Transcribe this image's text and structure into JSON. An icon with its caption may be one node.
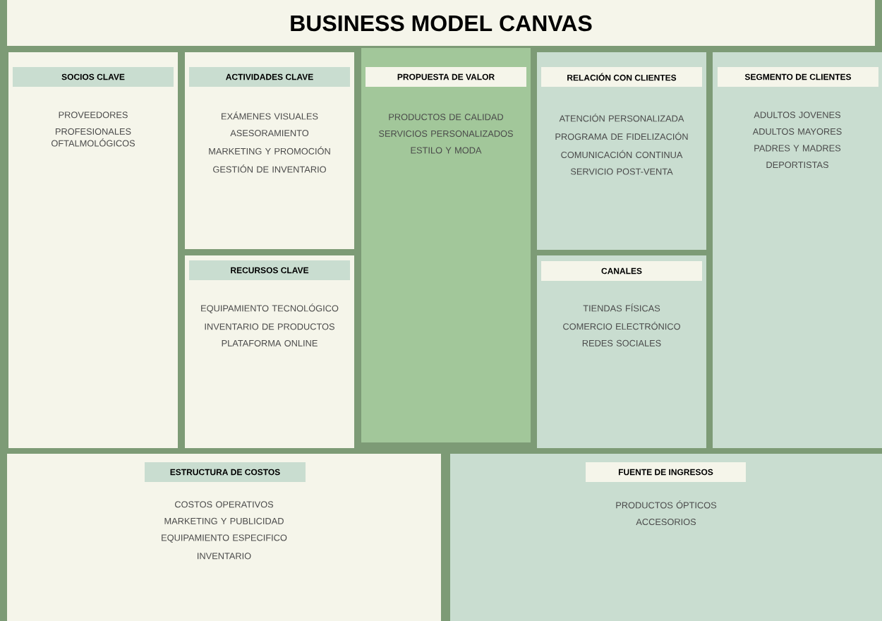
{
  "diagram": {
    "title": "BUSINESS MODEL CANVAS",
    "nodes": [
      {
        "text": [
          "SOCIOS CLAVE",
          "PROVEEDORES",
          "PROFESIONALES OFTALMOLÓGICOS"
        ]
      },
      {
        "text": [
          "ACTIVIDADES CLAVE",
          "EXÁMENES VISUALES",
          "ASESORAMIENTO",
          "MARKETING Y PROMOCIÓN",
          "GESTIÓN DE INVENTARIO"
        ]
      },
      {
        "text": [
          "RECURSOS CLAVE",
          "EQUIPAMIENTO TECNOLÓGICO",
          "INVENTARIO DE PRODUCTOS",
          "PLATAFORMA ONLINE"
        ]
      },
      {
        "text": [
          "PROPUESTA DE VALOR",
          "PRODUCTOS DE CALIDAD",
          "SERVICIOS PERSONALIZADOS",
          "ESTILO Y MODA"
        ]
      },
      {
        "text": [
          "RELACIÓN CON CLIENTES",
          "ATENCIÓN PERSONALIZADA",
          "PROGRAMA DE FIDELIZACIÓN",
          "COMUNICACIÓN CONTINUA",
          "SERVICIO POST-VENTA"
        ]
      },
      {
        "text": [
          "CANALES",
          "TIENDAS FÍSICAS",
          "COMERCIO ELECTRÓNICO",
          "REDES SOCIALES"
        ]
      },
      {
        "text": [
          "SEGMENTO DE CLIENTES",
          "ADULTOS JOVENES",
          "ADULTOS MAYORES",
          "PADRES Y MADRES",
          "DEPORTISTAS"
        ]
      },
      {
        "text": [
          "ESTRUCTURA DE COSTOS",
          "COSTOS OPERATIVOS",
          "MARKETING Y PUBLICIDAD",
          "EQUIPAMIENTO ESPECIFICO",
          "INVENTARIO"
        ]
      },
      {
        "text": [
          "FUENTE DE INGRESOS",
          "PRODUCTOS ÓPTICOS",
          "ACCESORIOS"
        ]
      }
    ]
  }
}
